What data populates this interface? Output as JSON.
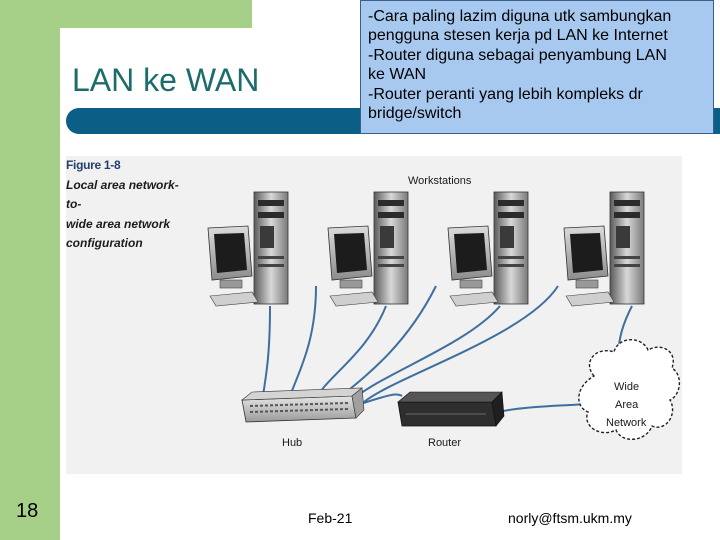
{
  "slide": {
    "title": "LAN ke WAN",
    "callout_lines": [
      "-Cara paling lazim diguna utk sambungkan",
      "pengguna stesen kerja pd LAN ke Internet",
      "-Router diguna sebagai penyambung LAN",
      "ke WAN",
      "-Router peranti yang lebih kompleks dr",
      "bridge/switch"
    ],
    "number": "18",
    "date": "Feb-21",
    "email": "norly@ftsm.ukm.my"
  },
  "figure": {
    "number": "Figure 1-8",
    "caption_lines": [
      "Local area network-to-",
      "wide area network",
      "configuration"
    ],
    "labels": {
      "workstations": "Workstations",
      "hub": "Hub",
      "router": "Router",
      "wan_line1": "Wide",
      "wan_line2": "Area",
      "wan_line3": "Network"
    }
  },
  "colors": {
    "green": "#a6cf88",
    "blue_bar": "#0b5e86",
    "title": "#1d6c6c",
    "callout_bg": "#a8c9ef"
  }
}
